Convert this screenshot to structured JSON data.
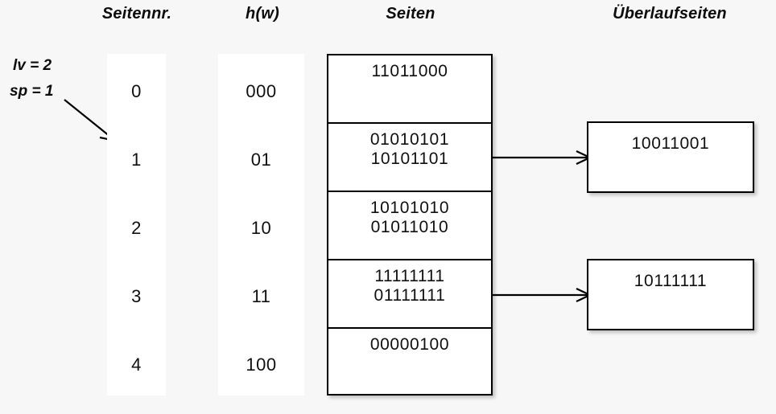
{
  "headers": {
    "seitennr": "Seitennr.",
    "hw": "h(w)",
    "seiten": "Seiten",
    "ueberlaufseiten": "Überlaufseiten"
  },
  "params": {
    "lv": "lv = 2",
    "sp": "sp = 1"
  },
  "table": {
    "page_numbers": [
      "0",
      "1",
      "2",
      "3",
      "4"
    ],
    "hash_values": [
      "000",
      "01",
      "10",
      "11",
      "100"
    ],
    "pages": [
      {
        "records": [
          "11011000"
        ]
      },
      {
        "records": [
          "01010101",
          "10101101"
        ]
      },
      {
        "records": [
          "10101010",
          "01011010"
        ]
      },
      {
        "records": [
          "11111111",
          "01111111"
        ]
      },
      {
        "records": [
          "00000100"
        ]
      }
    ]
  },
  "overflow_pages": [
    {
      "records": [
        "10011001"
      ],
      "from_page": "1"
    },
    {
      "records": [
        "10111111"
      ],
      "from_page": "3"
    }
  ],
  "colors": {
    "background": "#f7f7f7",
    "surface": "#ffffff",
    "stroke": "#000000",
    "text": "#101010"
  },
  "icons": {
    "pointer_arrow": "diagonal-arrow-icon",
    "connector_arrow": "right-arrow-icon"
  }
}
